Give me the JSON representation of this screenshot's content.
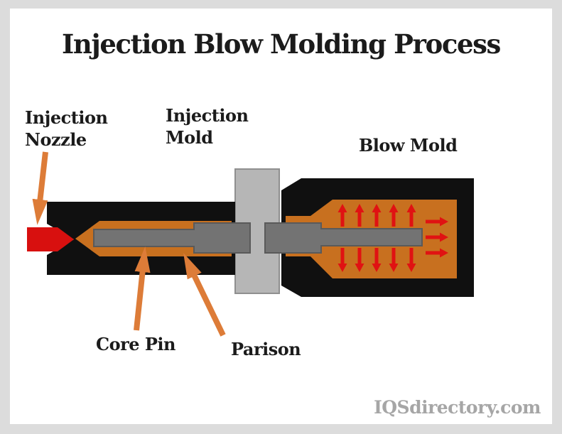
{
  "title": "Injection Blow Molding Process",
  "labels": {
    "injection_nozzle": [
      "Injection",
      "Nozzle"
    ],
    "injection_mold": [
      "Injection",
      "Mold"
    ],
    "blow_mold": "Blow Mold",
    "core_pin": "Core Pin",
    "parison": "Parison"
  },
  "watermark": "IQSdirectory.com",
  "colors": {
    "page_margin": "#dcdcdc",
    "canvas_white": "#ffffff",
    "label_text": "#1b1b1b",
    "mold_body_black": "#101010",
    "molten_plastic_orange": "#c8701f",
    "nozzle_red": "#d8100f",
    "blow_arrow_red": "#e01212",
    "core_pin_gray": "#737373",
    "core_pin_outline": "#5a5a5a",
    "mold_plate_gray": "#b6b6b6",
    "mold_plate_outline": "#8f8f8f",
    "leader_arrow_orange": "#dd7c38",
    "watermark_gray": "#a6a6a6"
  }
}
